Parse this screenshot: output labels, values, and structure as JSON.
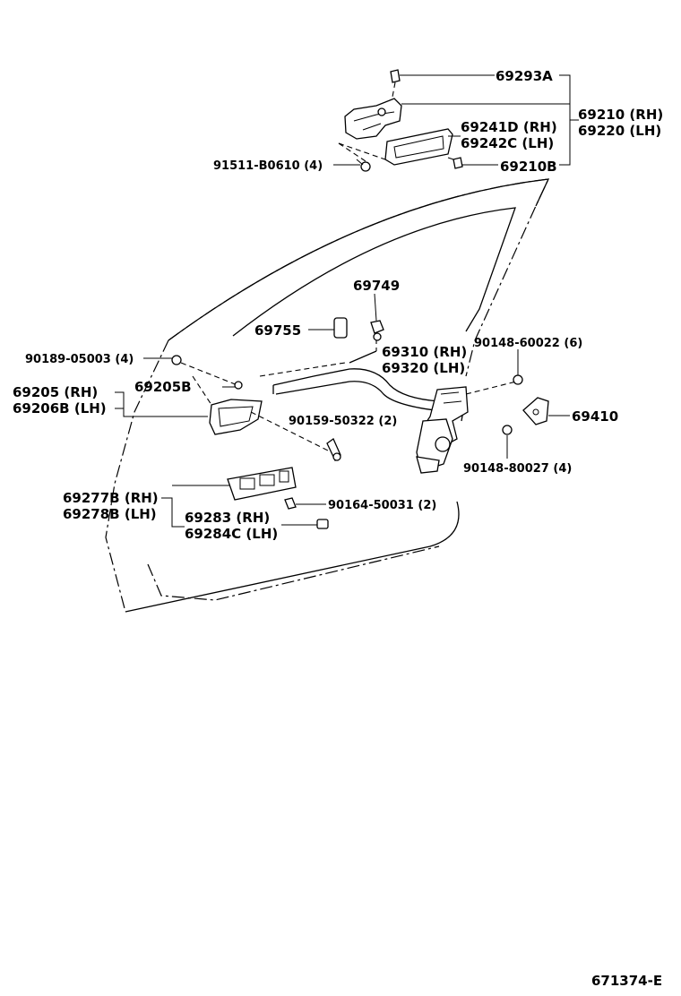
{
  "diagram_id": "671374-E",
  "labels": {
    "p69293A": "69293A",
    "p69210RH": "69210 (RH)",
    "p69220LH": "69220 (LH)",
    "p69241D": "69241D (RH)",
    "p69242C": "69242C (LH)",
    "p91511": "91511-B0610 (4)",
    "p69210B": "69210B",
    "p69749": "69749",
    "p69755": "69755",
    "p69310": "69310 (RH)",
    "p69320": "69320 (LH)",
    "p90148a": "90148-60022 (6)",
    "p90189": "90189-05003 (4)",
    "p69205": "69205   (RH)",
    "p69206B": "69206B (LH)",
    "p69205B": "69205B",
    "p90159": "90159-50322 (2)",
    "p69410": "69410",
    "p90148b": "90148-80027 (4)",
    "p69277B": "69277B (RH)",
    "p69278B": "69278B (LH)",
    "p90164": "90164-50031 (2)",
    "p69283": "69283    (RH)",
    "p69284C": "69284C (LH)"
  }
}
